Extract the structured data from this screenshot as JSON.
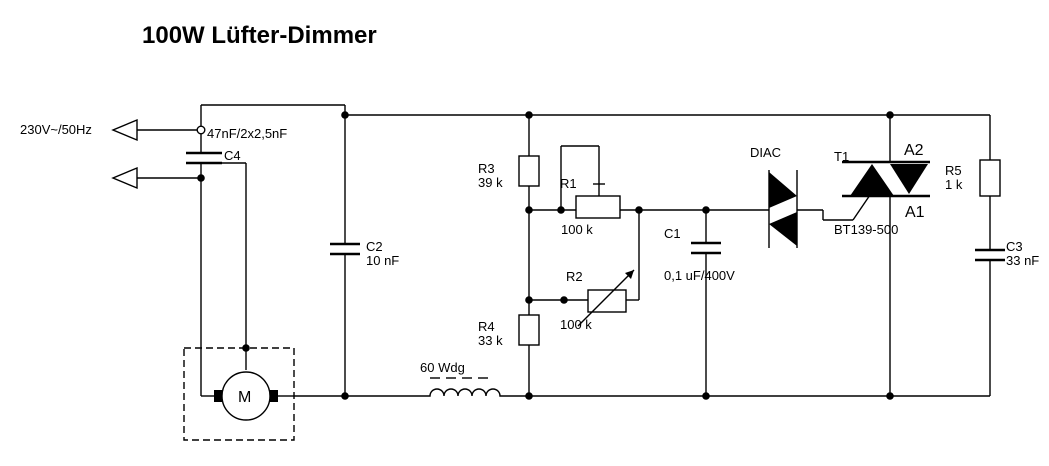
{
  "title": "100W Lüfter-Dimmer",
  "labels": {
    "mains": "230V~/50Hz",
    "c4_value": "47nF/2x2,5nF",
    "c4": "C4",
    "c2": "C2",
    "c2_value": "10 nF",
    "r3": "R3",
    "r3_value": "39 k",
    "r1": "R1",
    "r1_value": "100 k",
    "r2": "R2",
    "r2_value": "100 k",
    "r4": "R4",
    "r4_value": "33 k",
    "c1": "C1",
    "c1_value": "0,1 uF/400V",
    "diac": "DIAC",
    "t1": "T1",
    "a2": "A2",
    "a1": "A1",
    "triac_type": "BT139-500",
    "r5": "R5",
    "r5_value": "1 k",
    "c3": "C3",
    "c3_value": "33 nF",
    "coil": "60 Wdg",
    "motor": "M"
  }
}
